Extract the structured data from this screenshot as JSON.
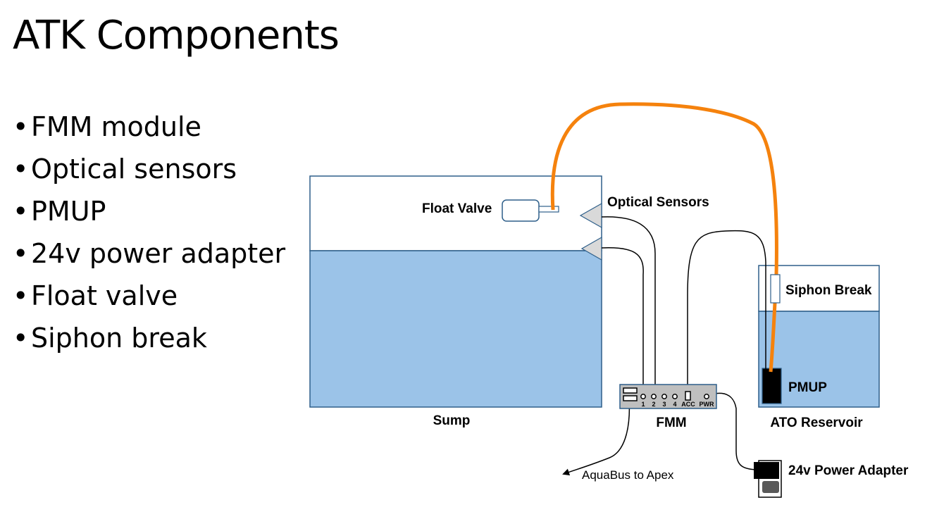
{
  "slide": {
    "title": "ATK Components",
    "bullets": [
      "FMM module",
      "Optical sensors",
      "PMUP",
      "24v power adapter",
      "Float valve",
      "Siphon break"
    ]
  },
  "diagram": {
    "sump_label": "Sump",
    "float_valve_label": "Float Valve",
    "optical_sensors_label": "Optical Sensors",
    "fmm_label": "FMM",
    "fmm_ports": [
      "1",
      "2",
      "3",
      "4",
      "ACC",
      "PWR"
    ],
    "reservoir_label": "ATO Reservoir",
    "siphon_break_label": "Siphon Break",
    "pmup_label": "PMUP",
    "power_adapter_label": "24v Power Adapter",
    "aquabus_label": "AquaBus to Apex"
  },
  "colors": {
    "water": "#9bc3e8",
    "tank_border": "#2e5f8a",
    "tubing": "#f5820d",
    "fmm_body": "#bfbfbf"
  }
}
